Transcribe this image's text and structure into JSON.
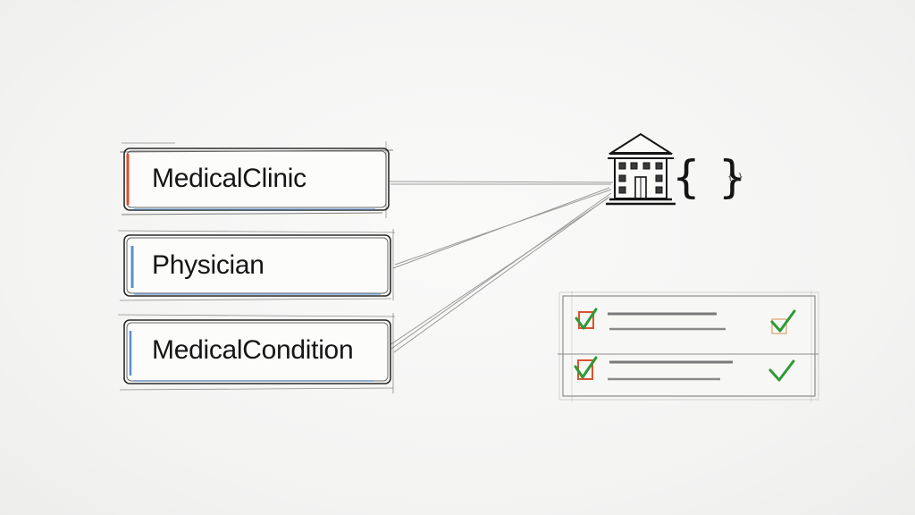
{
  "diagram": {
    "schema_types": [
      {
        "id": "clinic",
        "label": "MedicalClinic",
        "accent": "#d9542f"
      },
      {
        "id": "physician",
        "label": "Physician",
        "accent": "#5a8fd0"
      },
      {
        "id": "condition",
        "label": "MedicalCondition",
        "accent": "#5a8fd0"
      }
    ],
    "building_icon": "clinic-building-icon",
    "code_braces": "{ }",
    "mini_braces": "{,}",
    "checklist": {
      "rows": 2,
      "check_color": "#2e9a36",
      "box_color": "#d9542f"
    }
  }
}
